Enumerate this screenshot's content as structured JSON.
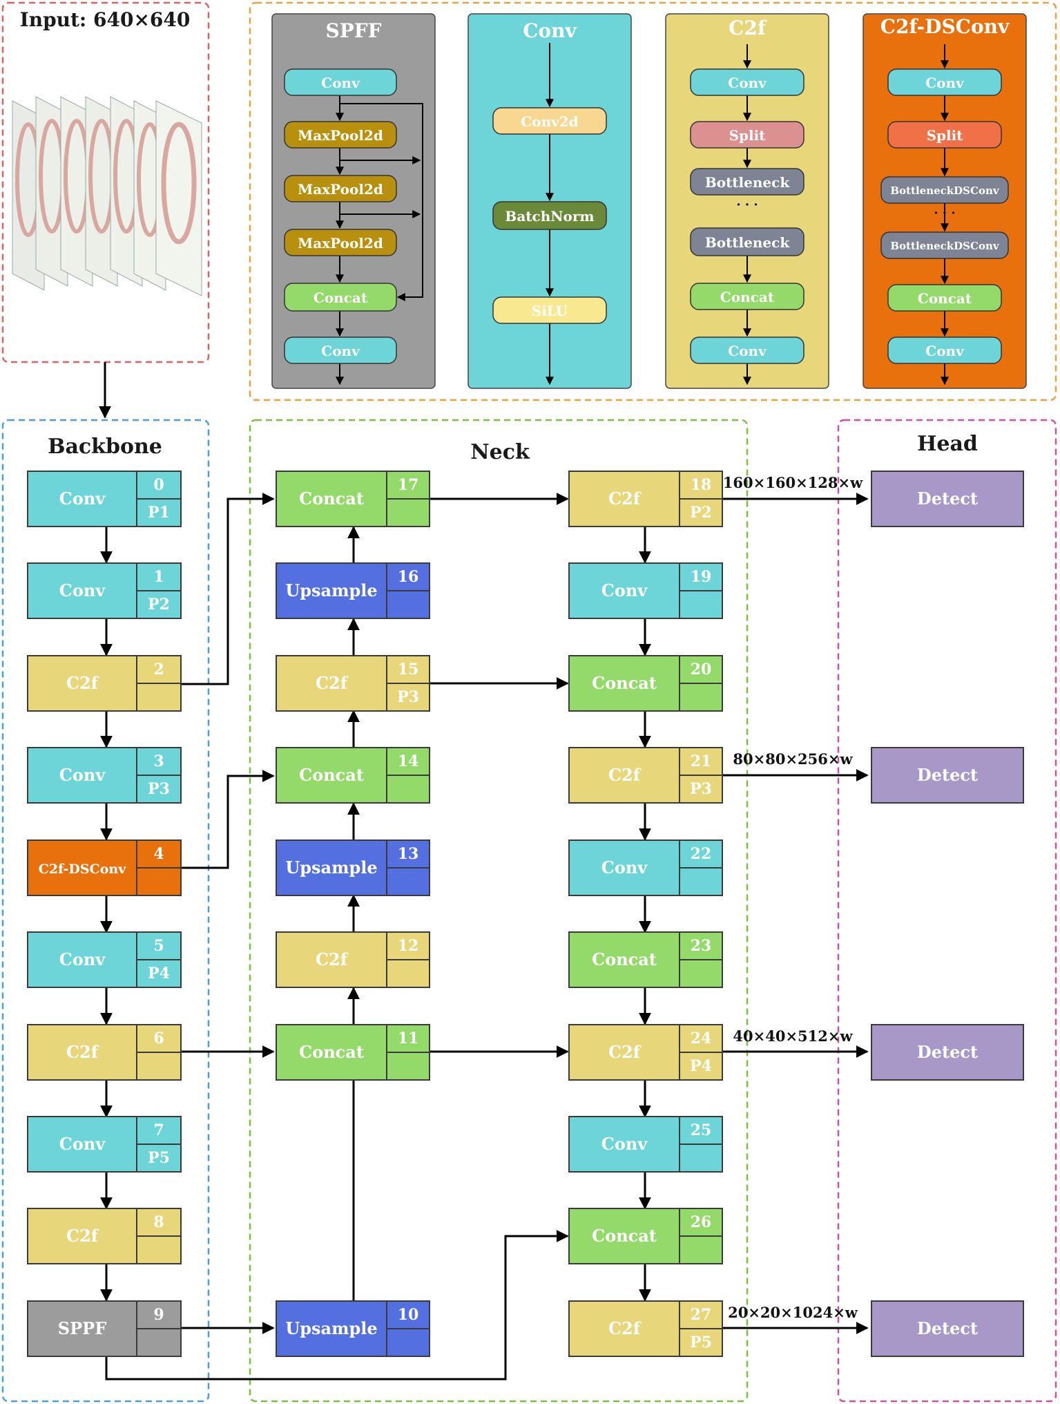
{
  "input": {
    "label": "Input:  640×640"
  },
  "legend": {
    "sppf": {
      "title": "SPFF",
      "layers": [
        "Conv",
        "MaxPool2d",
        "MaxPool2d",
        "MaxPool2d",
        "Concat",
        "Conv"
      ]
    },
    "conv": {
      "title": "Conv",
      "layers": [
        "Conv2d",
        "BatchNorm",
        "SiLU"
      ]
    },
    "c2f": {
      "title": "C2f",
      "layers": [
        "Conv",
        "Split",
        "Bottleneck",
        "Bottleneck",
        "Concat",
        "Conv"
      ],
      "dots": "· · ·"
    },
    "c2f_dsconv": {
      "title": "C2f-DSConv",
      "layers": [
        "Conv",
        "Split",
        "BottleneckDSConv",
        "BottleneckDSConv",
        "Concat",
        "Conv"
      ],
      "dots": "· · ·"
    }
  },
  "sections": {
    "backbone": "Backbone",
    "neck": "Neck",
    "head": "Head"
  },
  "backbone": [
    {
      "label": "Conv",
      "index": "0",
      "level": "P1",
      "type": "conv"
    },
    {
      "label": "Conv",
      "index": "1",
      "level": "P2",
      "type": "conv"
    },
    {
      "label": "C2f",
      "index": "2",
      "level": "",
      "type": "c2f"
    },
    {
      "label": "Conv",
      "index": "3",
      "level": "P3",
      "type": "conv"
    },
    {
      "label": "C2f-DSConv",
      "index": "4",
      "level": "",
      "type": "dsconv"
    },
    {
      "label": "Conv",
      "index": "5",
      "level": "P4",
      "type": "conv"
    },
    {
      "label": "C2f",
      "index": "6",
      "level": "",
      "type": "c2f"
    },
    {
      "label": "Conv",
      "index": "7",
      "level": "P5",
      "type": "conv"
    },
    {
      "label": "C2f",
      "index": "8",
      "level": "",
      "type": "c2f"
    },
    {
      "label": "SPPF",
      "index": "9",
      "level": "",
      "type": "sppf"
    }
  ],
  "neck_left": [
    {
      "label": "Concat",
      "index": "17",
      "level": "",
      "type": "concat"
    },
    {
      "label": "Upsample",
      "index": "16",
      "level": "",
      "type": "upsample"
    },
    {
      "label": "C2f",
      "index": "15",
      "level": "P3",
      "type": "c2f"
    },
    {
      "label": "Concat",
      "index": "14",
      "level": "",
      "type": "concat"
    },
    {
      "label": "Upsample",
      "index": "13",
      "level": "",
      "type": "upsample"
    },
    {
      "label": "C2f",
      "index": "12",
      "level": "",
      "type": "c2f"
    },
    {
      "label": "Concat",
      "index": "11",
      "level": "",
      "type": "concat"
    },
    {
      "label": "Upsample",
      "index": "10",
      "level": "",
      "type": "upsample"
    }
  ],
  "neck_right": [
    {
      "label": "C2f",
      "index": "18",
      "level": "P2",
      "type": "c2f"
    },
    {
      "label": "Conv",
      "index": "19",
      "level": "",
      "type": "conv"
    },
    {
      "label": "Concat",
      "index": "20",
      "level": "",
      "type": "concat"
    },
    {
      "label": "C2f",
      "index": "21",
      "level": "P3",
      "type": "c2f"
    },
    {
      "label": "Conv",
      "index": "22",
      "level": "",
      "type": "conv"
    },
    {
      "label": "Concat",
      "index": "23",
      "level": "",
      "type": "concat"
    },
    {
      "label": "C2f",
      "index": "24",
      "level": "P4",
      "type": "c2f"
    },
    {
      "label": "Conv",
      "index": "25",
      "level": "",
      "type": "conv"
    },
    {
      "label": "Concat",
      "index": "26",
      "level": "",
      "type": "concat"
    },
    {
      "label": "C2f",
      "index": "27",
      "level": "P5",
      "type": "c2f"
    }
  ],
  "head": [
    {
      "label": "Detect",
      "shape": "160×160×128×w"
    },
    {
      "label": "Detect",
      "shape": "80×80×256×w"
    },
    {
      "label": "Detect",
      "shape": "40×40×512×w"
    },
    {
      "label": "Detect",
      "shape": "20×20×1024×w"
    }
  ],
  "colors": {
    "conv": "#6dd5d8",
    "c2f": "#e8d67a",
    "concat": "#94da6a",
    "upsample": "#5470e0",
    "dsconv": "#e8710e",
    "sppf": "#9c9c9c",
    "detect": "#a898c8",
    "maxpool": "#b8900e",
    "batchnorm": "#6a8a3a",
    "split": "#dc9090",
    "split_ds": "#f07048",
    "bottleneck": "#7e8494",
    "conv2d": "#f8d890",
    "silu": "#f8e890",
    "legend_sppf_bg": "#9c9c9c",
    "legend_conv_bg": "#6dd5d8",
    "legend_c2f_bg": "#e8d67a",
    "legend_dsconv_bg": "#e8710e",
    "frame_input": "#e06060",
    "frame_legend": "#e8a040",
    "frame_backbone": "#4a9ee0",
    "frame_neck": "#7ac040",
    "frame_head": "#d050a0"
  }
}
